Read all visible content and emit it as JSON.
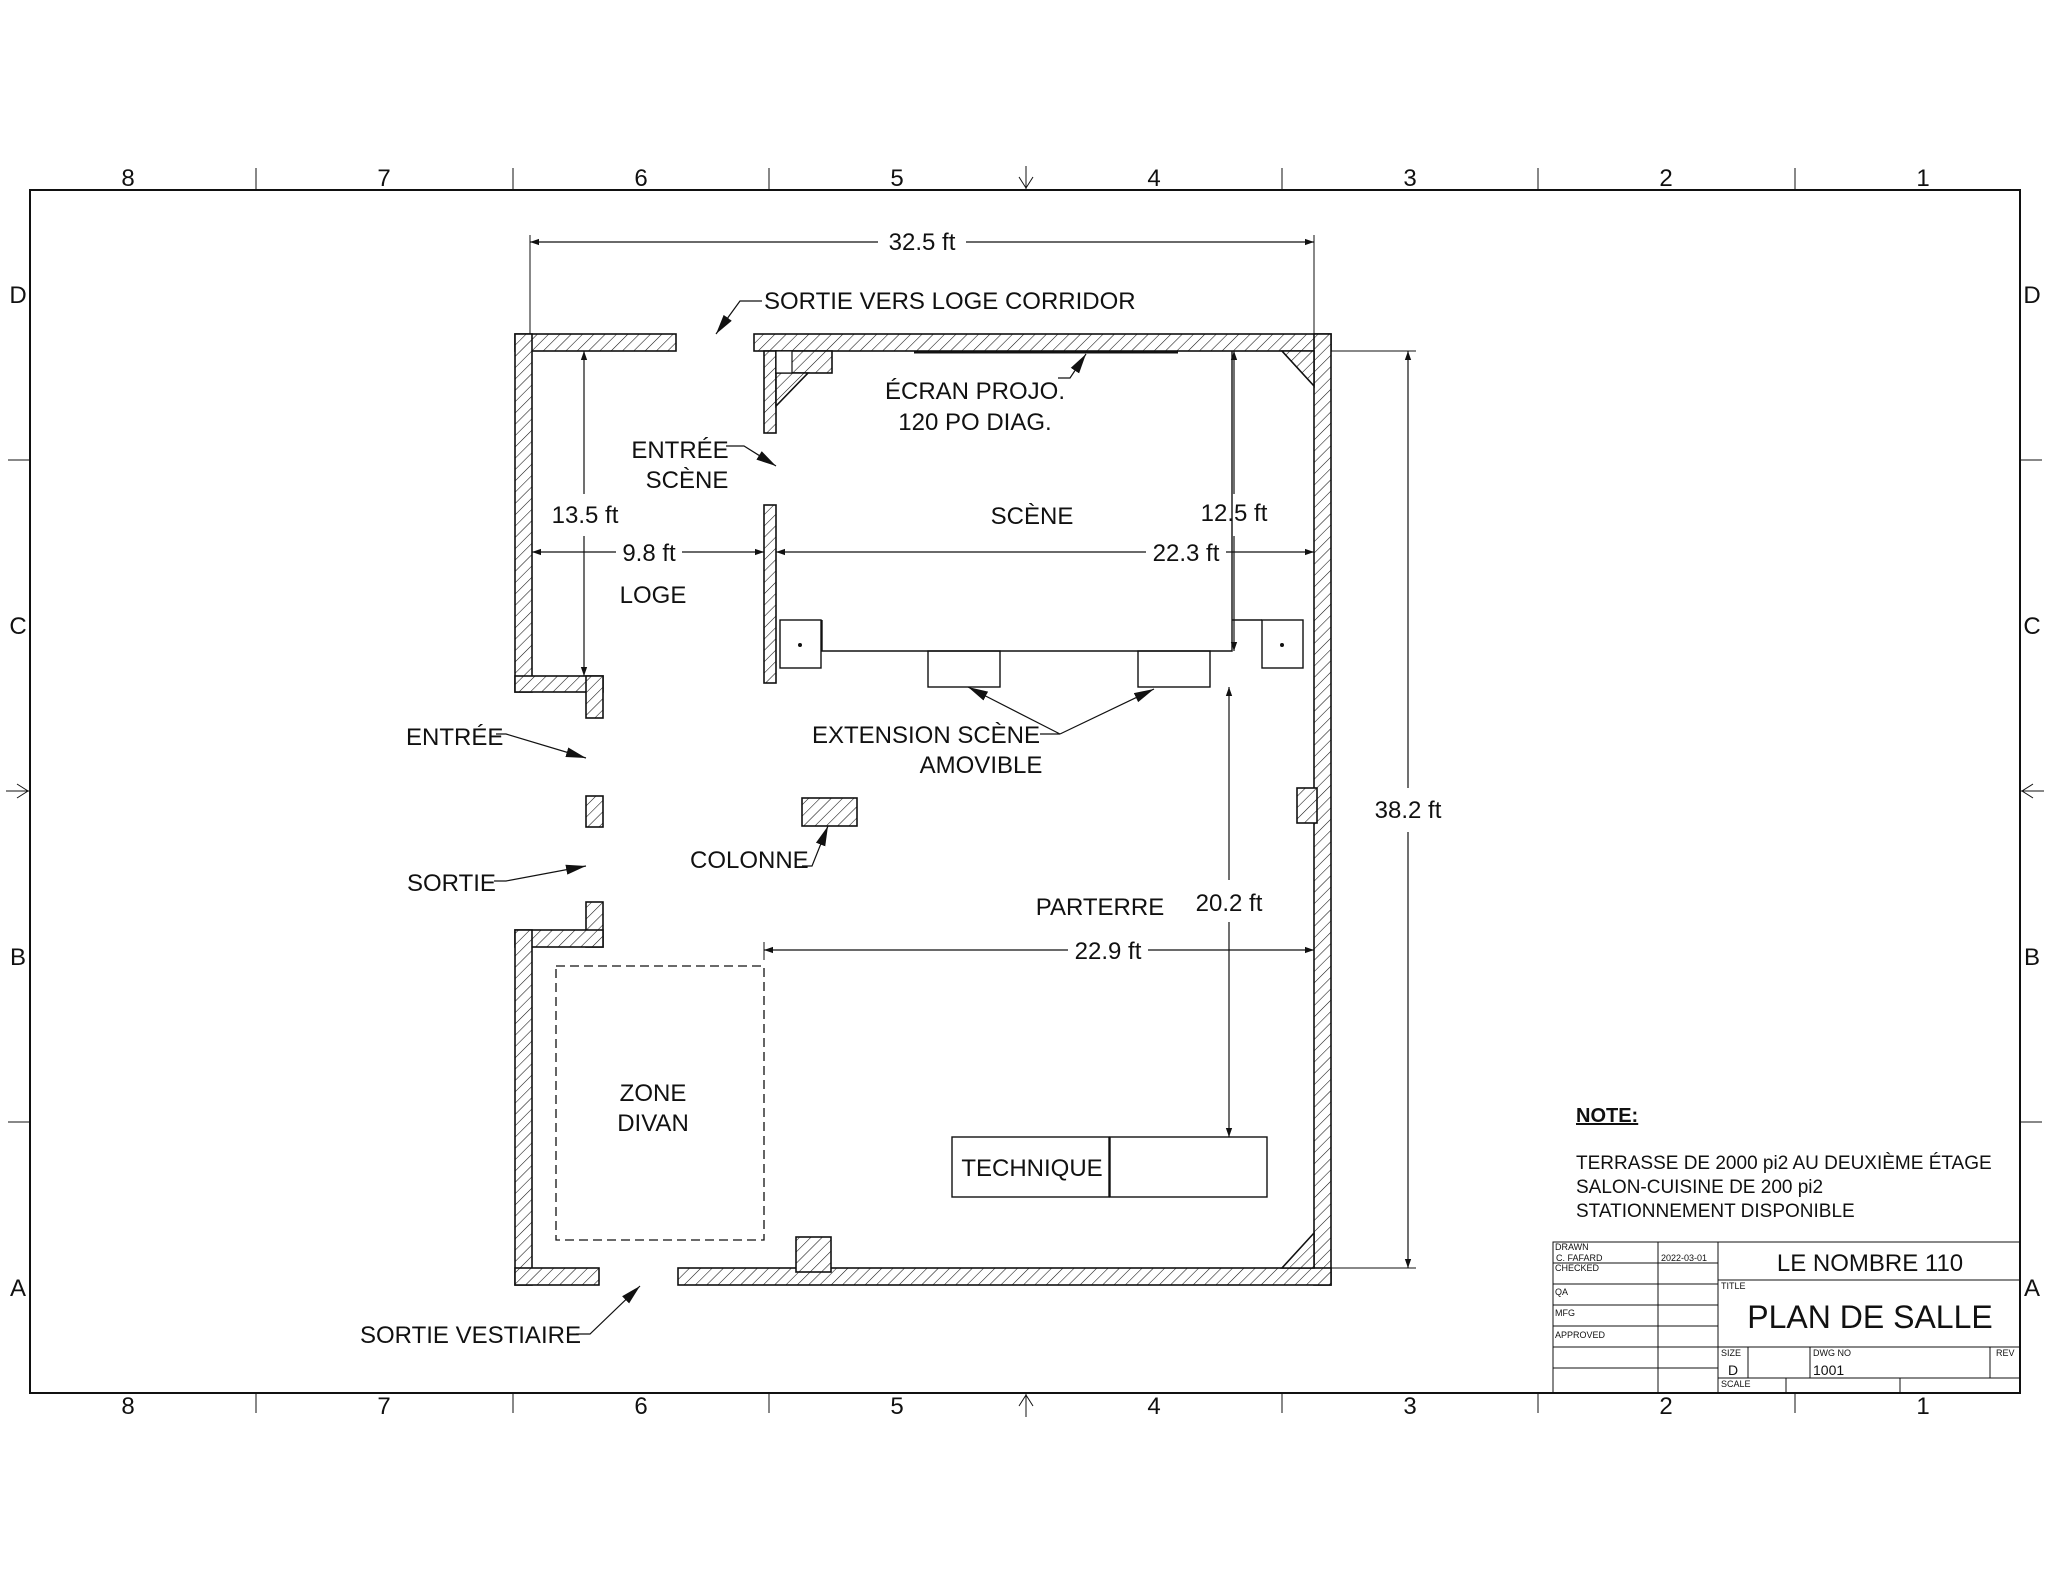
{
  "border": {
    "columns": [
      "8",
      "7",
      "6",
      "5",
      "4",
      "3",
      "2",
      "1"
    ],
    "rows": [
      "D",
      "C",
      "B",
      "A"
    ]
  },
  "plan": {
    "dimensions": {
      "overall_width": "32.5 ft",
      "overall_depth": "38.2 ft",
      "loge_depth": "13.5 ft",
      "loge_width": "9.8 ft",
      "scene_width": "22.3 ft",
      "scene_depth": "12.5 ft",
      "parterre_depth": "20.2 ft",
      "parterre_width": "22.9 ft"
    },
    "rooms": {
      "scene": "SCÈNE",
      "loge": "LOGE",
      "parterre": "PARTERRE",
      "zone_divan_line1": "ZONE",
      "zone_divan_line2": "DIVAN",
      "technique": "TECHNIQUE"
    },
    "callouts": {
      "sortie_loge": "SORTIE VERS LOGE CORRIDOR",
      "ecran_line1": "ÉCRAN PROJO.",
      "ecran_line2": "120 PO DIAG.",
      "entree_scene_line1": "ENTRÉE",
      "entree_scene_line2": "SCÈNE",
      "entree": "ENTRÉE",
      "sortie": "SORTIE",
      "extension_line1": "EXTENSION SCÈNE",
      "extension_line2": "AMOVIBLE",
      "colonne": "COLONNE",
      "sortie_vestiaire": "SORTIE VESTIAIRE"
    }
  },
  "note": {
    "heading": "NOTE:",
    "lines": [
      "TERRASSE DE 2000 pi2 AU DEUXIÈME ÉTAGE",
      "SALON-CUISINE DE 200 pi2",
      "STATIONNEMENT DISPONIBLE"
    ]
  },
  "title_block": {
    "drawn_label": "DRAWN",
    "drawn_by": "C. FAFARD",
    "drawn_date": "2022-03-01",
    "checked_label": "CHECKED",
    "qa_label": "QA",
    "mfg_label": "MFG",
    "approved_label": "APPROVED",
    "project": "LE NOMBRE 110",
    "title_label": "TITLE",
    "title": "PLAN DE SALLE",
    "size_label": "SIZE",
    "size": "D",
    "dwg_no_label": "DWG NO",
    "dwg_no": "1001",
    "rev_label": "REV",
    "scale_label": "SCALE"
  }
}
